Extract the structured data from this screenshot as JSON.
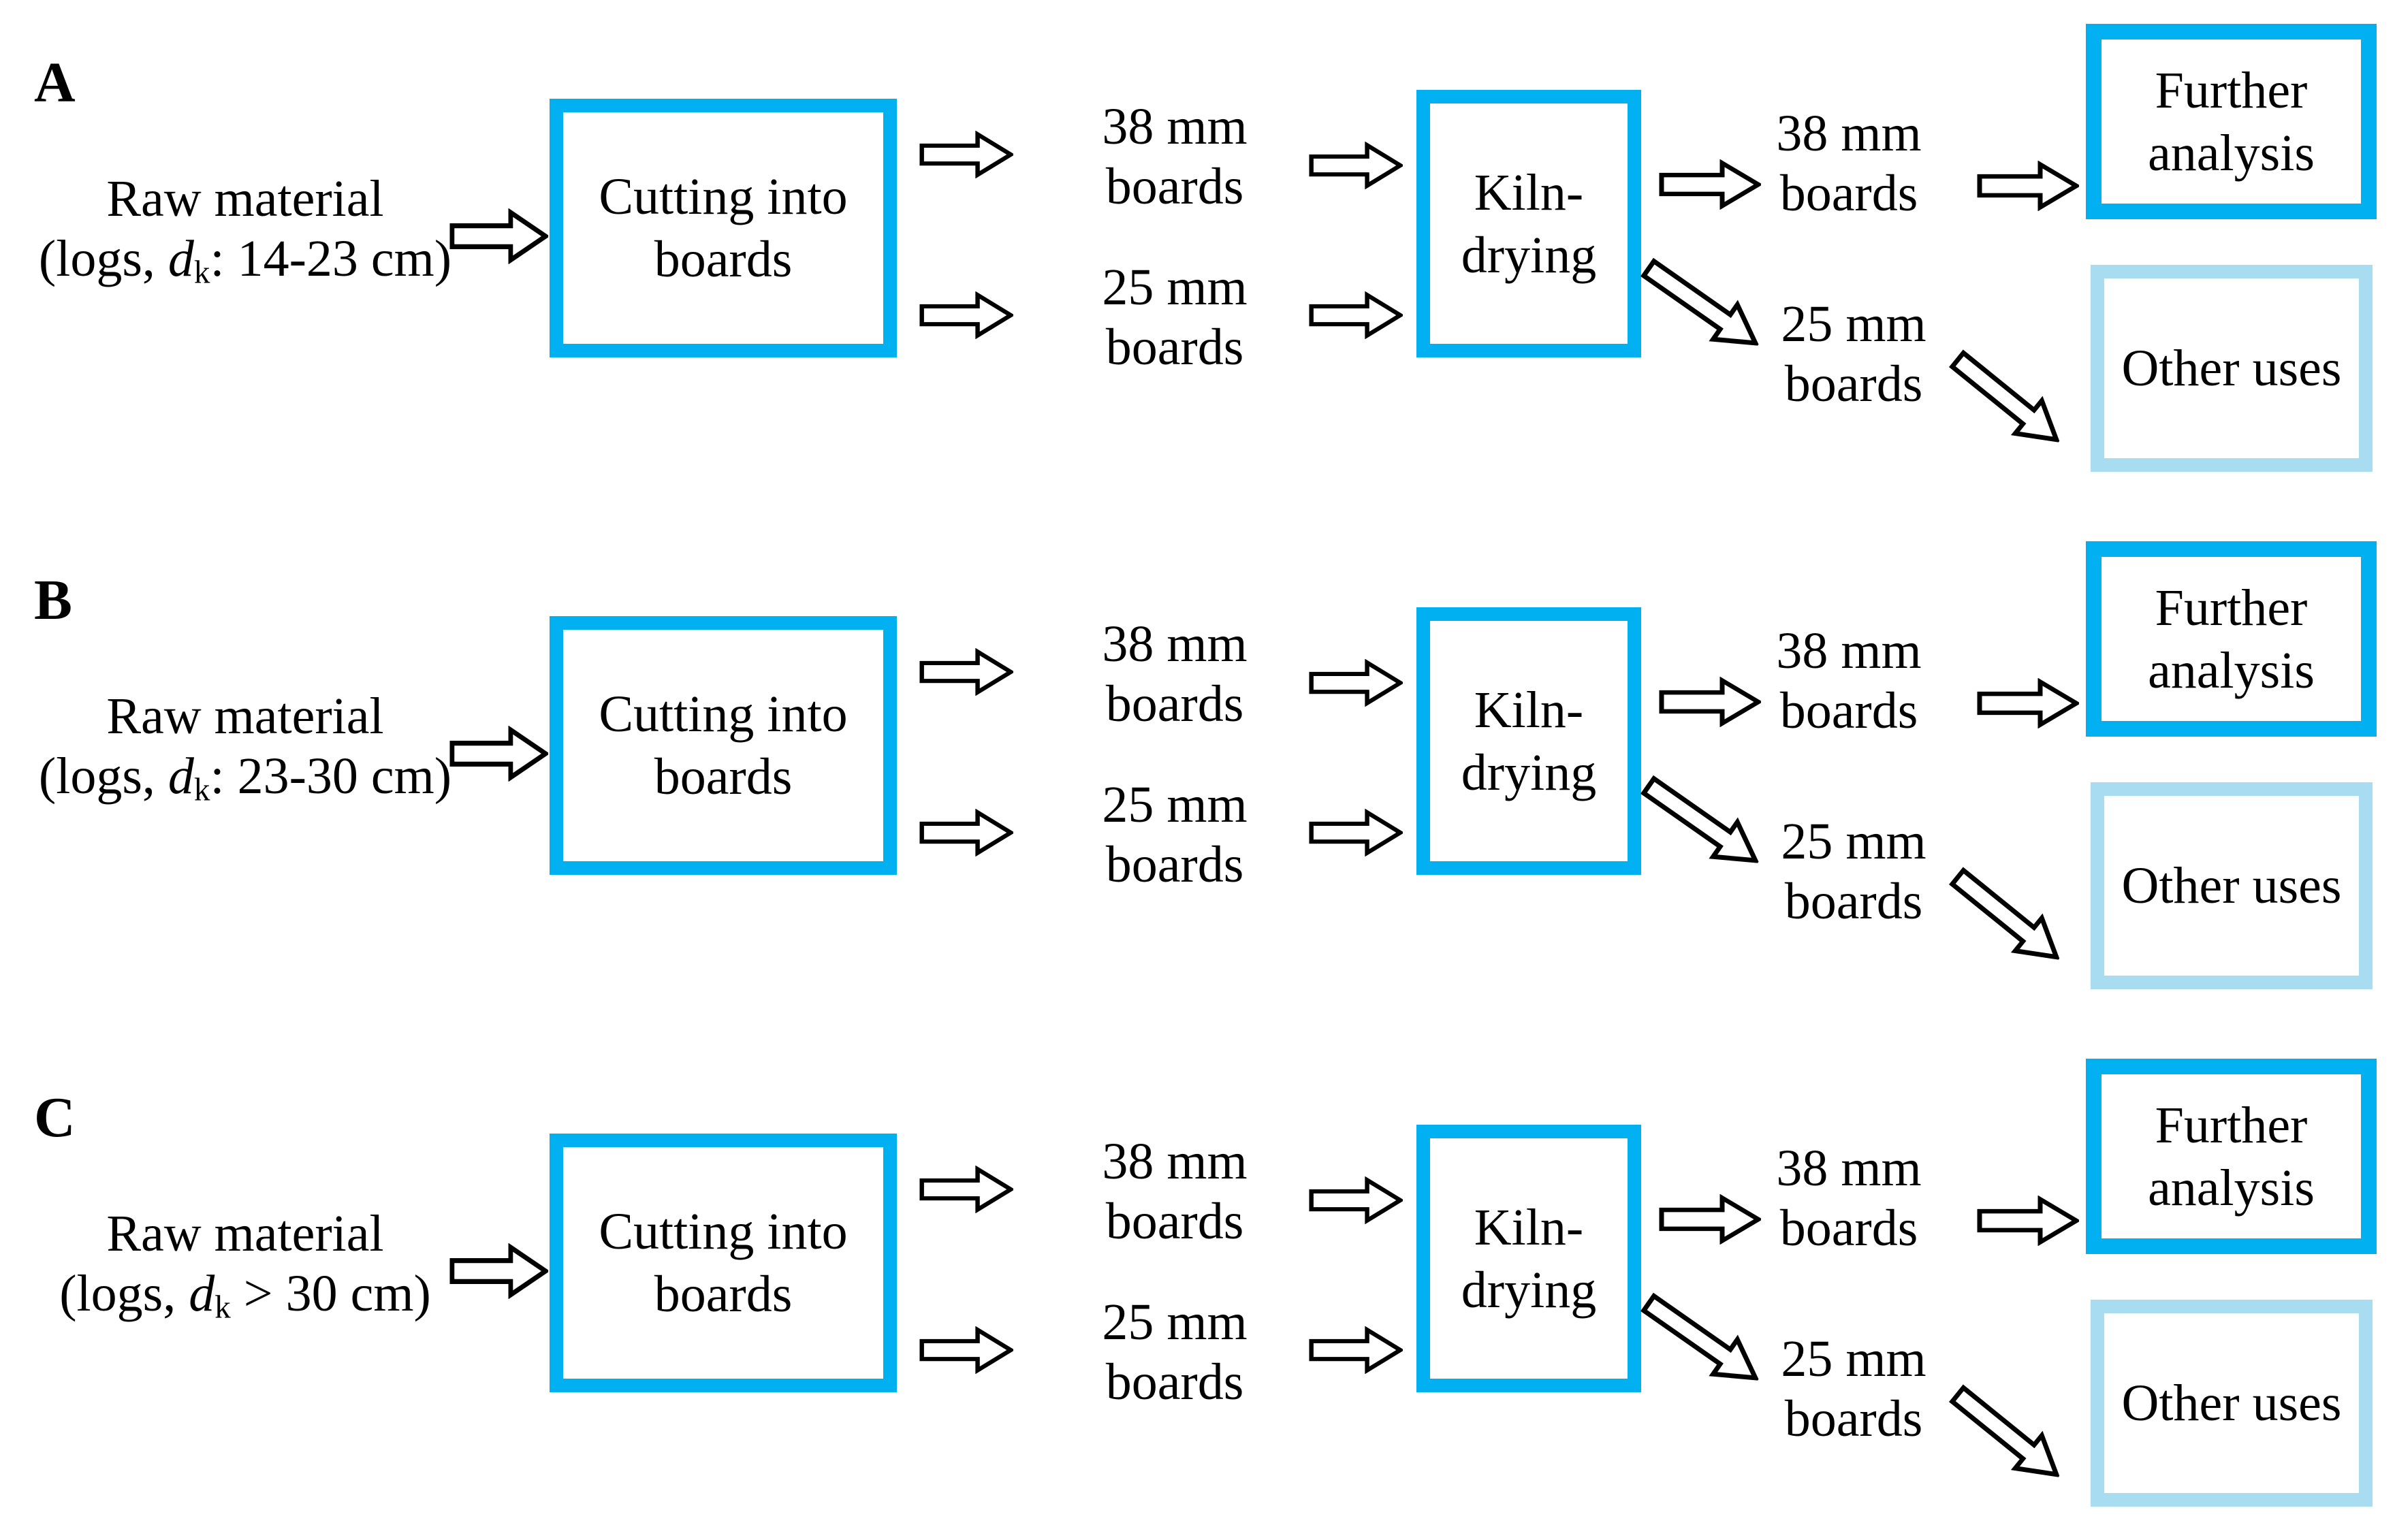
{
  "figure": {
    "type": "process-flow-diagram",
    "description_visible_text_only": true,
    "rows": [
      {
        "label": "A",
        "raw_line1": "Raw material",
        "raw_pre": "(logs, ",
        "raw_var": "d",
        "raw_sub": "k",
        "raw_post": ": 14-23 cm)"
      },
      {
        "label": "B",
        "raw_line1": "Raw material",
        "raw_pre": "(logs, ",
        "raw_var": "d",
        "raw_sub": "k",
        "raw_post": ": 23-30 cm)"
      },
      {
        "label": "C",
        "raw_line1": "Raw material",
        "raw_pre": "(logs, ",
        "raw_var": "d",
        "raw_sub": "k",
        "raw_post": " > 30 cm)"
      }
    ],
    "shared": {
      "cutting": [
        "Cutting into",
        "boards"
      ],
      "kiln": [
        "Kiln-",
        "drying"
      ],
      "board38": [
        "38 mm",
        "boards"
      ],
      "board25": [
        "25 mm",
        "boards"
      ],
      "further": [
        "Further",
        "analysis"
      ],
      "other_uses": "Other uses"
    }
  },
  "colors": {
    "accent": "#00B0F0",
    "light": "#A8DCF0",
    "ink": "#000000",
    "arrow_fill": "#FFFFFF",
    "bg": "#FFFFFF"
  }
}
